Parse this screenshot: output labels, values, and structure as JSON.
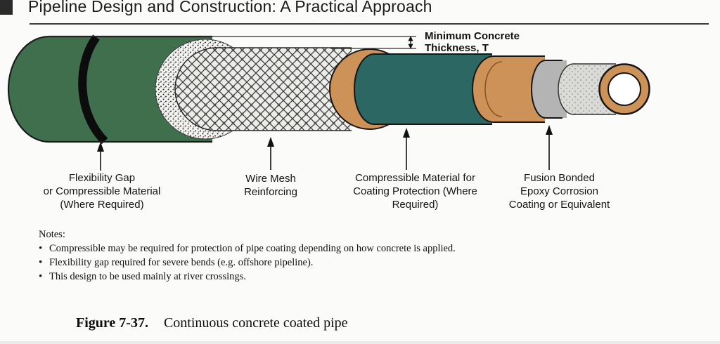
{
  "header": {
    "title": "Pipeline Design and Construction: A Practical Approach"
  },
  "diagram": {
    "dimension_label": [
      "Minimum Concrete",
      "Thickness, T"
    ],
    "callouts": {
      "flexibility_gap": [
        "Flexibility Gap",
        "or Compressible Material",
        "(Where Required)"
      ],
      "wire_mesh": [
        "Wire Mesh",
        "Reinforcing"
      ],
      "compressible": [
        "Compressible Material for",
        "Coating Protection (Where",
        "Required)"
      ],
      "fbe": [
        "Fusion Bonded",
        "Epoxy Corrosion",
        "Coating or Equivalent"
      ]
    },
    "colors": {
      "concrete_green": "#3f6f4c",
      "flexibility_gap_black": "#0c0c0c",
      "compressible_teal": "#2d6763",
      "pipe_orange": "#cd9257",
      "epoxy_gray": "#b4b4b4",
      "bore_white": "#ffffff"
    }
  },
  "notes": {
    "heading": "Notes:",
    "bullet": "•",
    "items": [
      "Compressible may be required for protection of pipe coating depending on how concrete is applied.",
      "Flexibility gap required for severe bends (e.g. offshore pipeline).",
      "This design to be used mainly at river crossings."
    ]
  },
  "caption": {
    "label": "Figure 7-37.",
    "text": "Continuous concrete coated pipe"
  }
}
